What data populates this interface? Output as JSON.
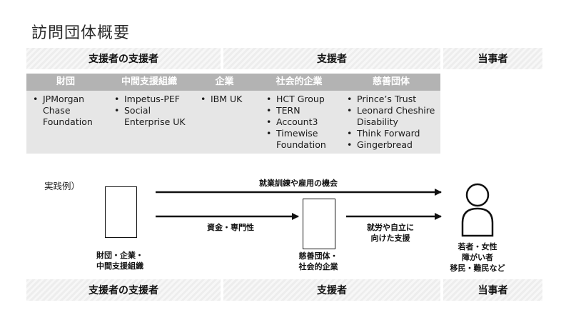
{
  "title": "訪問団体概要",
  "categories": {
    "supporters_of_supporters": "支援者の支援者",
    "supporters": "支援者",
    "beneficiaries": "当事者"
  },
  "columns": [
    {
      "header": "財団",
      "items": [
        "JPMorgan Chase Foundation"
      ]
    },
    {
      "header": "中間支援組織",
      "items": [
        "Impetus-PEF",
        "Social Enterprise UK"
      ]
    },
    {
      "header": "企業",
      "items": [
        "IBM UK"
      ]
    },
    {
      "header": "社会的企業",
      "items": [
        "HCT Group",
        "TERN",
        "Account3",
        "Timewise Foundation"
      ]
    },
    {
      "header": "慈善団体",
      "items": [
        "Prince’s Trust",
        "Leonard Cheshire Disability",
        "Think Forward",
        "Gingerbread"
      ]
    }
  ],
  "example": {
    "label": "実践例）",
    "funder_caption": [
      "財団・企業・",
      "中間支援組織"
    ],
    "charity_caption": [
      "慈善団体・",
      "社会的企業"
    ],
    "beneficiary_caption": [
      "若者・女性",
      "障がい者",
      "移民・難民など"
    ],
    "arrow_top": "就業訓練や雇用の機会",
    "arrow_mid": "資金・専門性",
    "arrow_right": [
      "就労や自立に",
      "向けた支援"
    ]
  },
  "colors": {
    "header_gray": "#b3b3b3",
    "list_bg": "#e6e6e6",
    "line": "#111111"
  },
  "icons": [
    "person-icon"
  ]
}
